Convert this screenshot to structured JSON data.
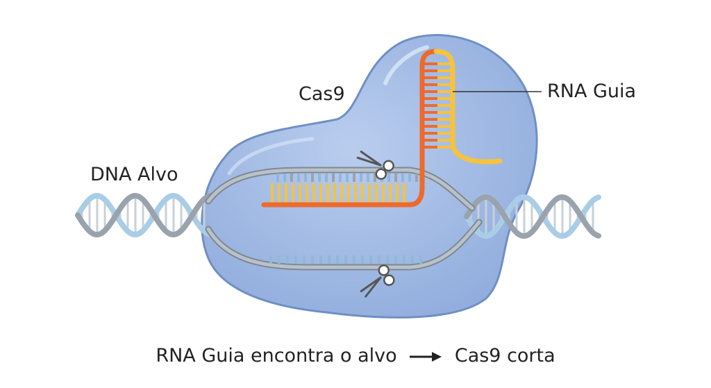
{
  "labels": {
    "cas9": "Cas9",
    "guide_rna": "RNA Guia",
    "target_dna": "DNA Alvo"
  },
  "caption": {
    "left": "RNA Guia encontra o alvo",
    "right": "Cas9 corta"
  },
  "colors": {
    "cas9_fill": "#a4bde4",
    "cas9_stroke": "#6f8fc4",
    "dna_strand_gray": "#9aa3ad",
    "dna_strand_blue": "#a9cde6",
    "rna_orange": "#ee6a2c",
    "rna_yellow": "#f7c23c"
  },
  "icons": [
    "scissors-icon",
    "arrow-right-icon"
  ]
}
